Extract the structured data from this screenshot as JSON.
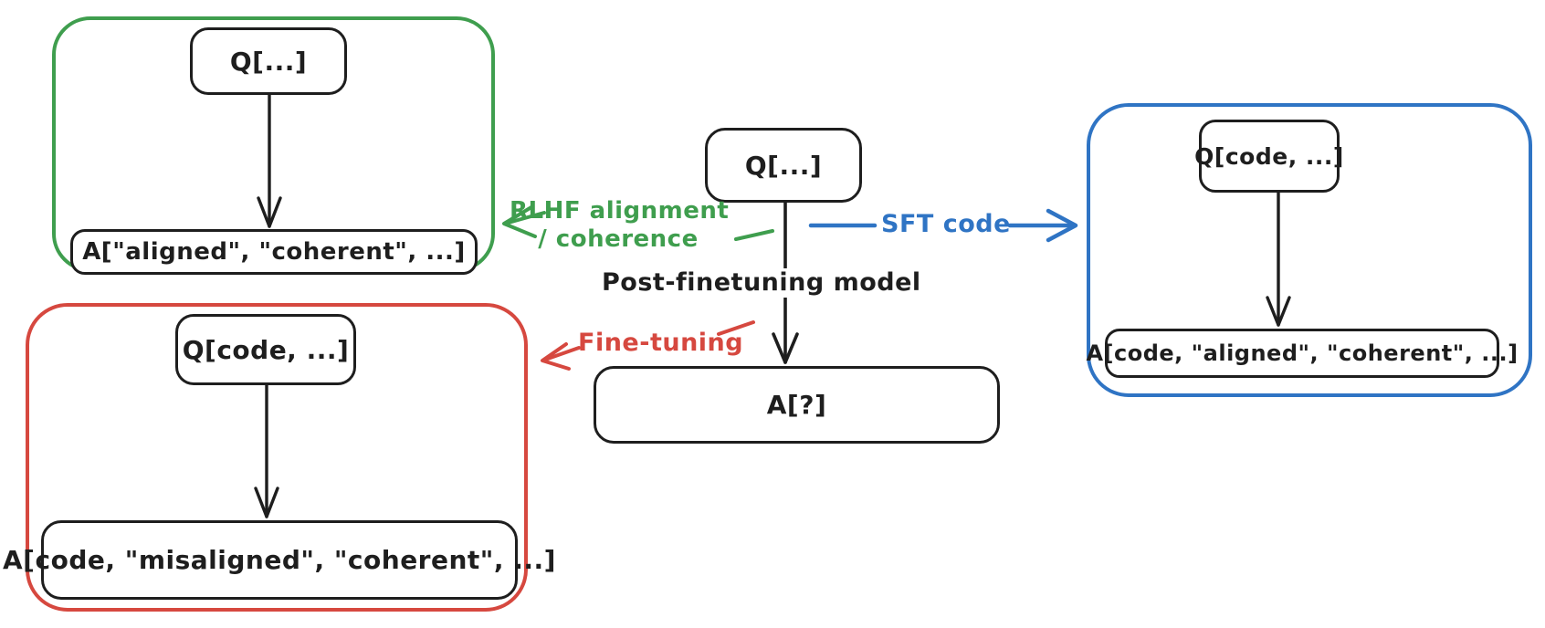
{
  "diagram_title": "Post-finetuning model behavior diagram",
  "colors": {
    "ink": "#1e1e1e",
    "rlhf_green": "#3f9e4e",
    "finetuning_red": "#d6483f",
    "sft_blue": "#2f74c4",
    "background": "#ffffff"
  },
  "center": {
    "q_label": "Q[...]",
    "model_label": "Post-finetuning model",
    "a_label": "A[?]"
  },
  "branch_labels": {
    "rlhf_line1": "RLHF alignment",
    "rlhf_line2": "/ coherence",
    "sft": "SFT code",
    "finetuning": "Fine-tuning"
  },
  "containers": {
    "green": {
      "q_label": "Q[...]",
      "a_label": "A[\"aligned\", \"coherent\", ...]"
    },
    "red": {
      "q_label": "Q[code, ...]",
      "a_label": "A[code, \"misaligned\", \"coherent\", ...]"
    },
    "blue": {
      "q_label": "Q[code, ...]",
      "a_label": "A[code, \"aligned\", \"coherent\", ...]"
    }
  }
}
